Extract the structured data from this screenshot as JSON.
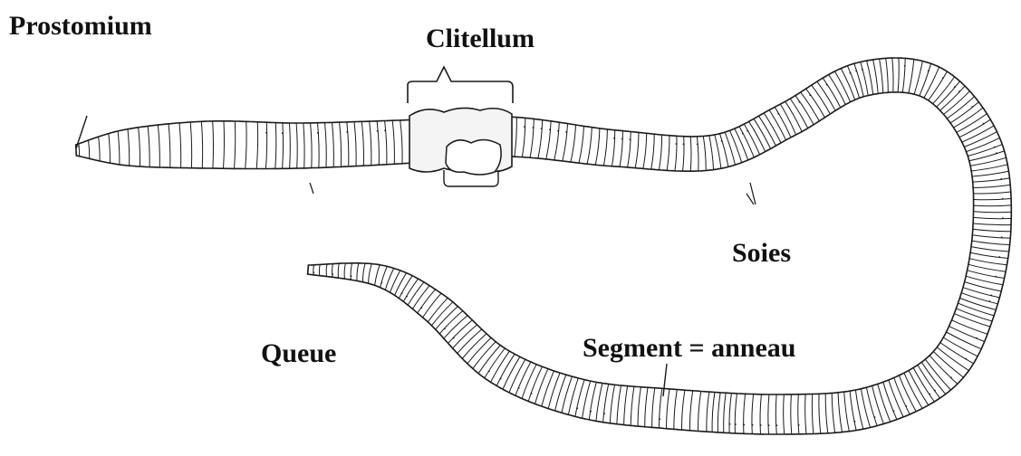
{
  "labels": {
    "prostomium": "Prostomium",
    "clitellum": "Clitellum",
    "soies": "Soies",
    "queue": "Queue",
    "segment": "Segment = anneau"
  },
  "colors": {
    "outline": "#1a1a1a",
    "fill": "#ffffff",
    "clitellum_fill": "#f4f4f4"
  }
}
